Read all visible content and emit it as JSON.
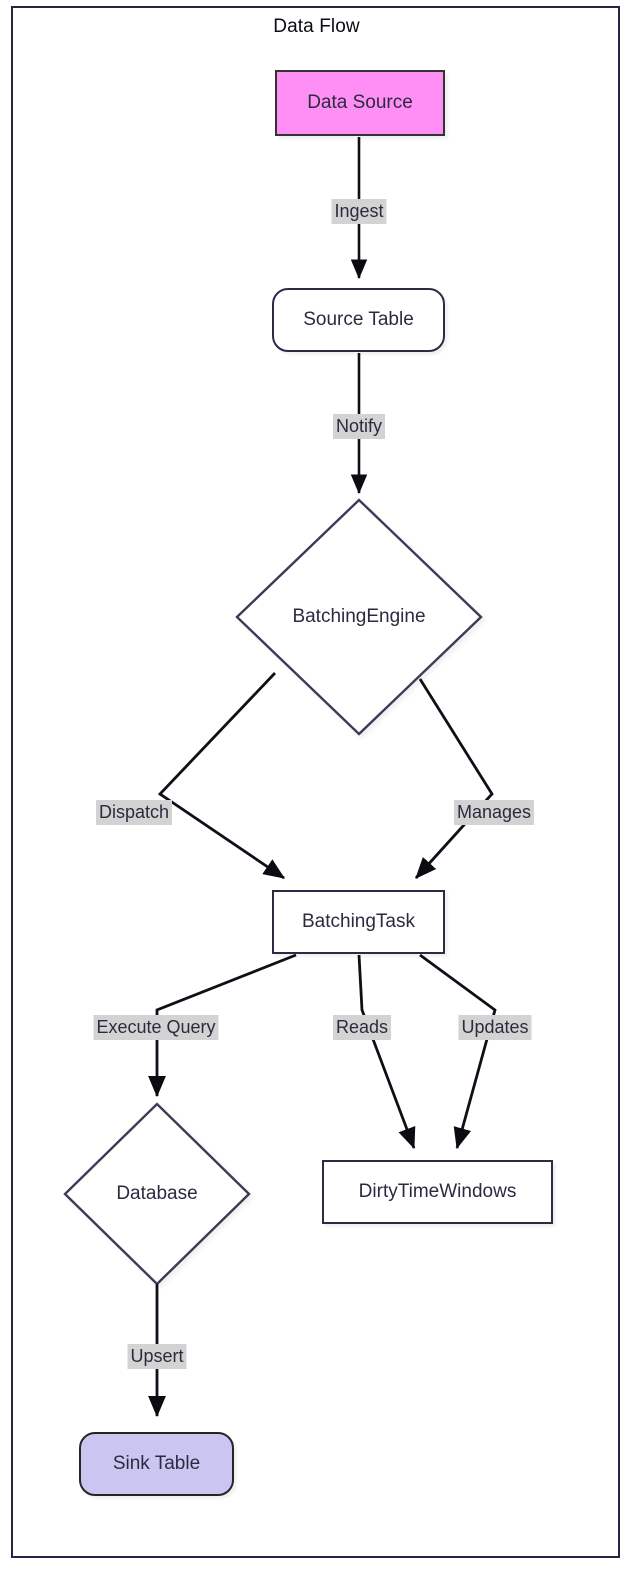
{
  "diagram": {
    "title": "Data Flow",
    "type": "flowchart",
    "direction": "top-to-bottom",
    "colors": {
      "frame_border": "#252545",
      "node_border": "#2b2b45",
      "node_fill": "#ffffff",
      "node_text": "#2b2b40",
      "edge_line": "#0f0f18",
      "edge_label_bg": "#d3d3d3",
      "source_node_fill": "#ff8ff5",
      "sink_node_fill": "#cbc5f2",
      "title_text": "#0b0b14"
    },
    "nodes": [
      {
        "id": "data-source",
        "label": "Data Source",
        "shape": "rect",
        "fill": "source-fill"
      },
      {
        "id": "source-table",
        "label": "Source Table",
        "shape": "rounded",
        "fill": "default"
      },
      {
        "id": "batching-engine",
        "label": "BatchingEngine",
        "shape": "diamond",
        "fill": "default"
      },
      {
        "id": "batching-task",
        "label": "BatchingTask",
        "shape": "rect",
        "fill": "default"
      },
      {
        "id": "database",
        "label": "Database",
        "shape": "diamond",
        "fill": "default"
      },
      {
        "id": "dirty-time-windows",
        "label": "DirtyTimeWindows",
        "shape": "rect",
        "fill": "default"
      },
      {
        "id": "sink-table",
        "label": "Sink Table",
        "shape": "rounded",
        "fill": "sink-fill"
      }
    ],
    "edges": [
      {
        "id": "e-ingest",
        "from": "data-source",
        "to": "source-table",
        "label": "Ingest"
      },
      {
        "id": "e-notify",
        "from": "source-table",
        "to": "batching-engine",
        "label": "Notify"
      },
      {
        "id": "e-dispatch",
        "from": "batching-engine",
        "to": "batching-task",
        "label": "Dispatch"
      },
      {
        "id": "e-manages",
        "from": "batching-engine",
        "to": "batching-task",
        "label": "Manages"
      },
      {
        "id": "e-execute-query",
        "from": "batching-task",
        "to": "database",
        "label": "Execute Query"
      },
      {
        "id": "e-reads",
        "from": "batching-task",
        "to": "dirty-time-windows",
        "label": "Reads"
      },
      {
        "id": "e-updates",
        "from": "batching-task",
        "to": "dirty-time-windows",
        "label": "Updates"
      },
      {
        "id": "e-upsert",
        "from": "database",
        "to": "sink-table",
        "label": "Upsert"
      }
    ]
  }
}
